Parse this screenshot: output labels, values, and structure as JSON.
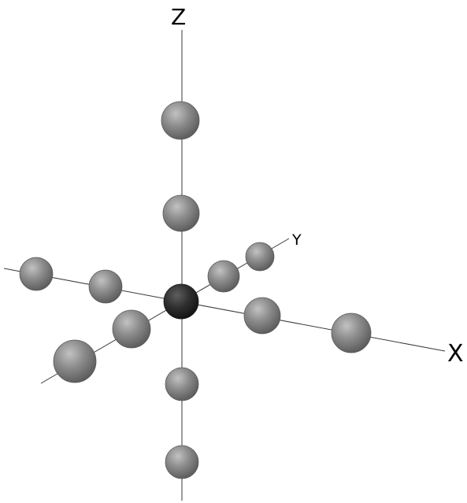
{
  "diagram": {
    "axes": {
      "z_label": "Z",
      "y_label": "Y",
      "x_label": "X"
    },
    "colors": {
      "atom": "#8a8a8a",
      "center_atom": "#2a2a2a",
      "axis_line": "#3a3a3a"
    },
    "atoms": {
      "center_count": 1,
      "outer_count": 12
    }
  }
}
